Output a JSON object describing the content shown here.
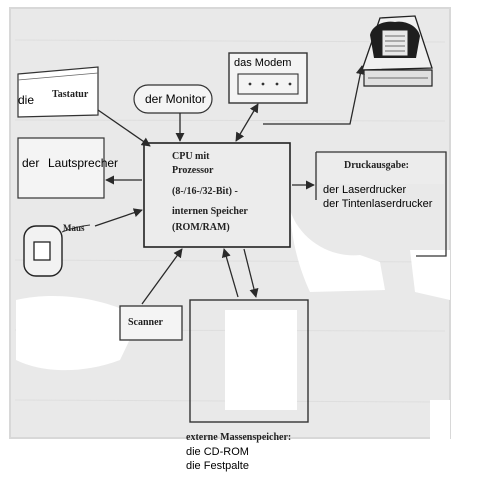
{
  "diagram": {
    "keyboard": {
      "article": "die",
      "name": "Tastatur"
    },
    "monitor": "der Monitor",
    "modem": "das Modem",
    "speaker": {
      "article": "der",
      "name": "Lautsprecher"
    },
    "cpu": {
      "line1": "CPU mit",
      "line2": "Prozessor",
      "line3": "(8-/16-/32-Bit) -",
      "line4": "internen Speicher",
      "line5": "(ROM/RAM)"
    },
    "print_output": {
      "title": "Druckausgabe:",
      "item1": "der Laserdrucker",
      "item2": "der Tintenlaserdrucker"
    },
    "mouse": "Maus",
    "scanner": "Scanner",
    "mass_storage": {
      "title": "externe Massenspeicher:",
      "item1": "die CD-ROM",
      "item2": "die Festpalte"
    }
  }
}
